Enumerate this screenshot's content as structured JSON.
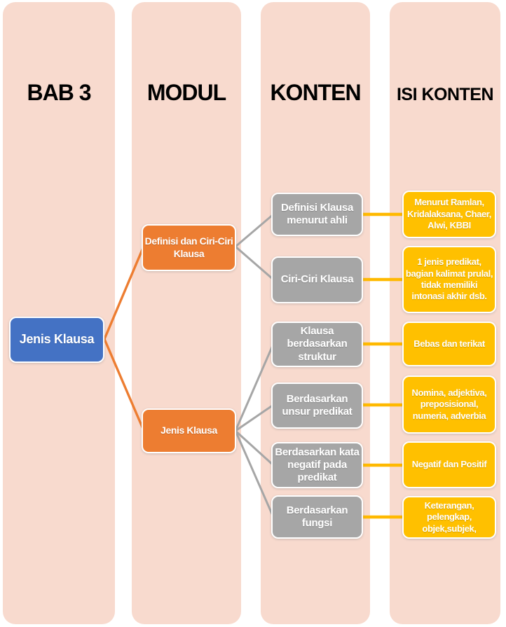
{
  "columns": [
    {
      "label": "BAB 3"
    },
    {
      "label": "MODUL"
    },
    {
      "label": "KONTEN"
    },
    {
      "label": "ISI KONTEN"
    }
  ],
  "nodes": {
    "root": {
      "label": "Jenis Klausa"
    },
    "modul": [
      {
        "label": "Definisi dan Ciri-Ciri Klausa"
      },
      {
        "label": "Jenis Klausa"
      }
    ],
    "konten": [
      {
        "label": "Definisi Klausa menurut ahli"
      },
      {
        "label": "Ciri-Ciri Klausa"
      },
      {
        "label": "Klausa berdasarkan struktur"
      },
      {
        "label": "Berdasarkan unsur predikat"
      },
      {
        "label": "Berdasarkan kata negatif pada predikat"
      },
      {
        "label": "Berdasarkan fungsi"
      }
    ],
    "isi": [
      {
        "label": "Menurut Ramlan, Kridalaksana, Chaer, Alwi, KBBI"
      },
      {
        "label": "1 jenis predikat, bagian kalimat prulal, tidak memiliki intonasi akhir dsb."
      },
      {
        "label": "Bebas dan terikat"
      },
      {
        "label": "Nomina, adjektiva, preposisional, numeria, adverbia"
      },
      {
        "label": "Negatif dan Positif"
      },
      {
        "label": "Keterangan, pelengkap, objek,subjek,"
      }
    ]
  },
  "colors": {
    "column_fill": "#F8DACE",
    "header_text": "#000000",
    "root_fill": "#4472C4",
    "modul_fill": "#ED7D31",
    "konten_fill": "#A6A6A6",
    "isi_fill": "#FFC000",
    "connector_modul": "#ED7D31",
    "connector_konten": "#A6A6A6",
    "connector_isi": "#FFB900",
    "node_text": "#FFFFFF"
  }
}
